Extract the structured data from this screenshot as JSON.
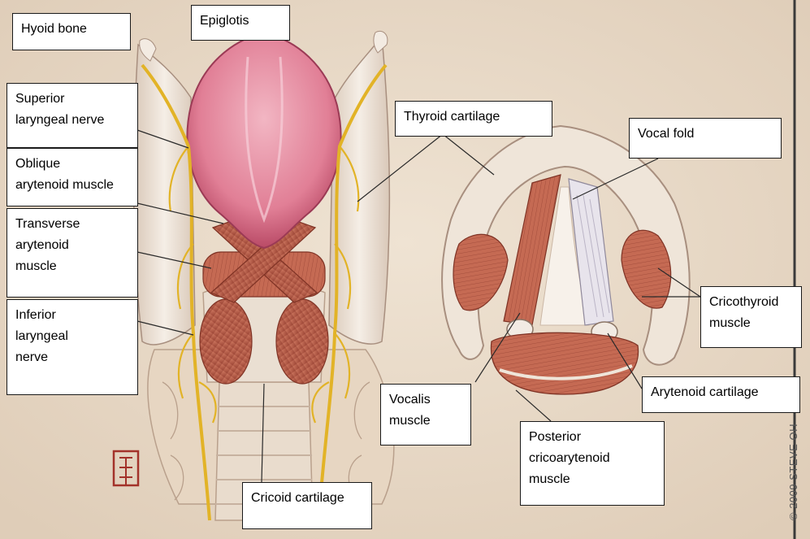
{
  "labels": {
    "hyoid_bone": "Hyoid bone",
    "epiglottis": "Epiglotis",
    "superior_laryngeal_nerve": [
      "Superior",
      "laryngeal nerve"
    ],
    "oblique_arytenoid_muscle": [
      "Oblique",
      "arytenoid muscle"
    ],
    "transverse_arytenoid_muscle": [
      "Transverse",
      "arytenoid",
      "muscle"
    ],
    "inferior_laryngeal_nerve": [
      "Inferior",
      "laryngeal",
      "nerve"
    ],
    "thyroid_cartilage": "Thyroid cartilage",
    "vocal_fold": "Vocal fold",
    "cricothyroid_muscle": [
      "Cricothyroid",
      "muscle"
    ],
    "arytenoid_cartilage": "Arytenoid cartilage",
    "vocalis_muscle": [
      "Vocalis",
      "muscle"
    ],
    "posterior_cricoarytenoid_muscle": [
      "Posterior",
      "cricoarytenoid",
      "muscle"
    ],
    "cricoid_cartilage": "Cricoid cartilage"
  },
  "credit": "© 2009 STEVE OH",
  "colors": {
    "background": "#e9dccb",
    "cartilage": "#efe6da",
    "epiglottis": "#e88fa3",
    "muscle": "#b85a46",
    "nerve": "#e2b327",
    "leader": "#2a2a2a"
  }
}
